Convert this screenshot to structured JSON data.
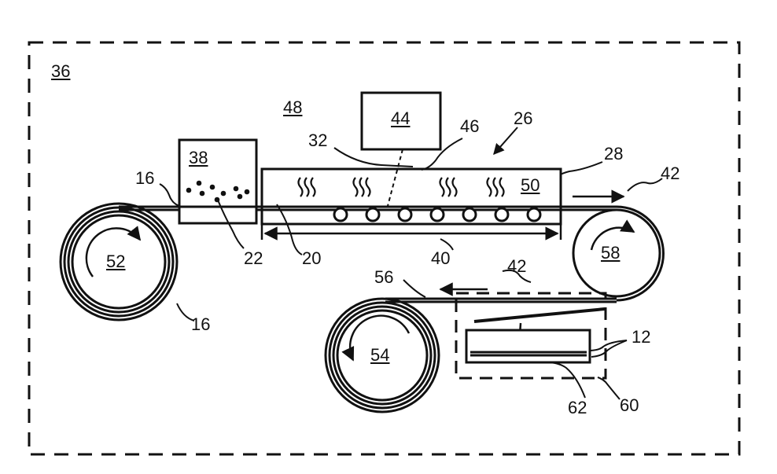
{
  "diagram": {
    "labels": {
      "system": "36",
      "chamber": "48",
      "box_44": "44",
      "hopper": "38",
      "heater": "50",
      "roll_52": "52",
      "roll_58": "58",
      "roll_54": "54",
      "ref_26": "26",
      "ref_28": "28",
      "ref_32": "32",
      "ref_46": "46",
      "ref_16_top": "16",
      "ref_16_bottom": "16",
      "ref_22": "22",
      "ref_20": "20",
      "ref_40": "40",
      "ref_42_top": "42",
      "ref_42_bottom": "42",
      "ref_56": "56",
      "ref_12": "12",
      "ref_62": "62",
      "ref_60": "60"
    },
    "colors": {
      "ink": "#111111",
      "background": "#ffffff"
    }
  }
}
